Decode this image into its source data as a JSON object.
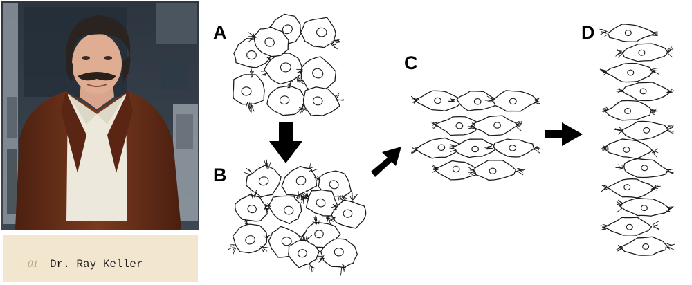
{
  "photo": {
    "caption": "Dr. Ray Keller",
    "margin_mark": "01"
  },
  "panels": [
    {
      "id": "A",
      "label": "A"
    },
    {
      "id": "B",
      "label": "B"
    },
    {
      "id": "C",
      "label": "C"
    },
    {
      "id": "D",
      "label": "D"
    }
  ],
  "colors": {
    "label_paper": "#f2e6cf",
    "background": "#ffffff",
    "cell_outline": "#1a1a1a",
    "jacket": "#6b2f17",
    "shirt": "#ece9dc",
    "hair": "#2a2320"
  }
}
